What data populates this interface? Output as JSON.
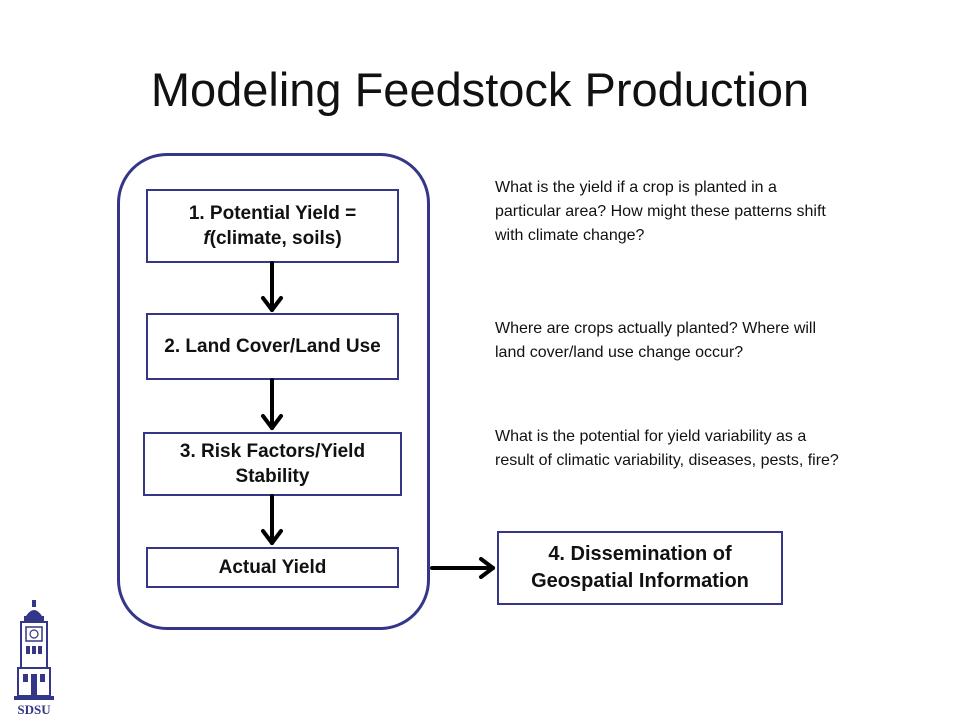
{
  "slide": {
    "title": "Modeling Feedstock Production"
  },
  "flow": {
    "box1_line1": "1. Potential Yield =",
    "box1_line2_italic": "f",
    "box1_line2_rest": "(climate, soils)",
    "box2": "2. Land Cover/Land Use",
    "box3": "3. Risk Factors/Yield Stability",
    "box4": "Actual Yield",
    "box5": "4. Dissemination of Geospatial Information"
  },
  "descriptions": {
    "d1": "What is the yield if a crop is planted in a particular area? How might these patterns shift with climate change?",
    "d2": "Where are crops actually planted? Where will land cover/land use change occur?",
    "d3": "What is the potential for yield variability as a result of climatic variability, diseases, pests, fire?"
  },
  "logo": {
    "text": "SDSU"
  },
  "colors": {
    "accent": "#343688",
    "arrow": "#000000",
    "text": "#111111"
  }
}
